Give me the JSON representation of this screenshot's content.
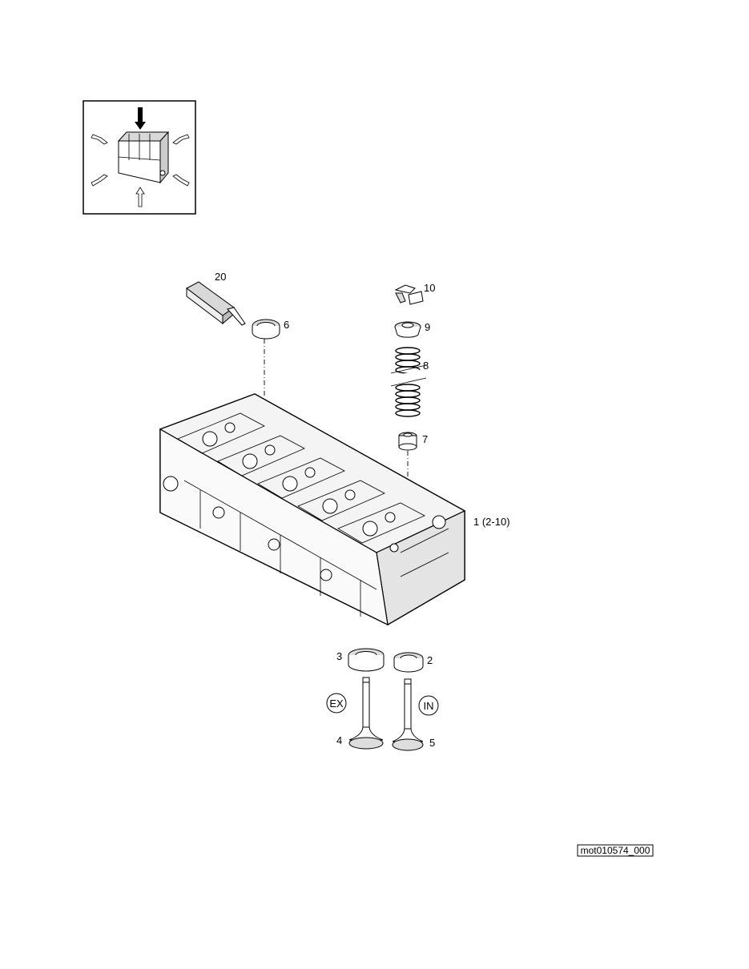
{
  "labels": {
    "p20": "20",
    "p6": "6",
    "p10": "10",
    "p9": "9",
    "p8": "8",
    "p7": "7",
    "p1": "1  (2-10)",
    "p3": "3",
    "p2": "2",
    "p4": "4",
    "p5": "5",
    "ex": "EX",
    "in": "IN"
  },
  "figure_code": "mot010574_000"
}
